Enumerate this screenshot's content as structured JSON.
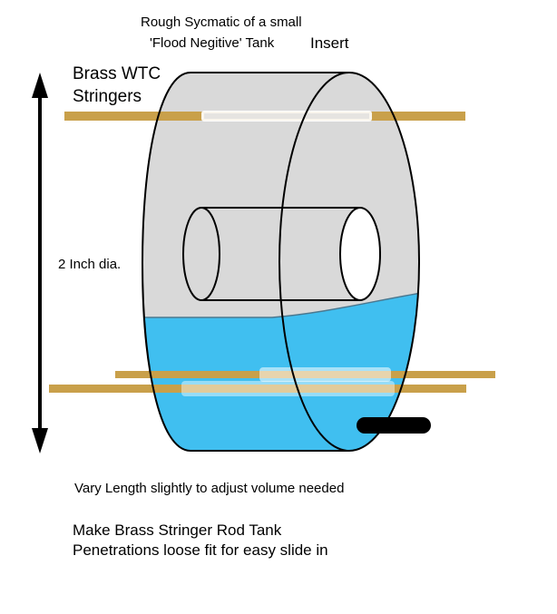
{
  "title": {
    "line1": "Rough Sycmatic of a small",
    "line2": "'Flood Negitive' Tank",
    "line2_suffix": "Insert"
  },
  "labels": {
    "stringers_line1": "Brass WTC",
    "stringers_line2": "Stringers",
    "diameter": "2 Inch dia.",
    "note_length": "Vary Length slightly to adjust volume needed",
    "note_fit_line1": "Make Brass Stringer Rod Tank",
    "note_fit_line2": "Penetrations loose fit for easy slide in"
  },
  "colors": {
    "tank_body": "#d9d9d9",
    "water": "#40bff0",
    "brass": "#c9a04a",
    "outline": "#000000",
    "valve": "#000000"
  },
  "icons": {
    "dimension_arrow": "double-headed-arrow"
  }
}
